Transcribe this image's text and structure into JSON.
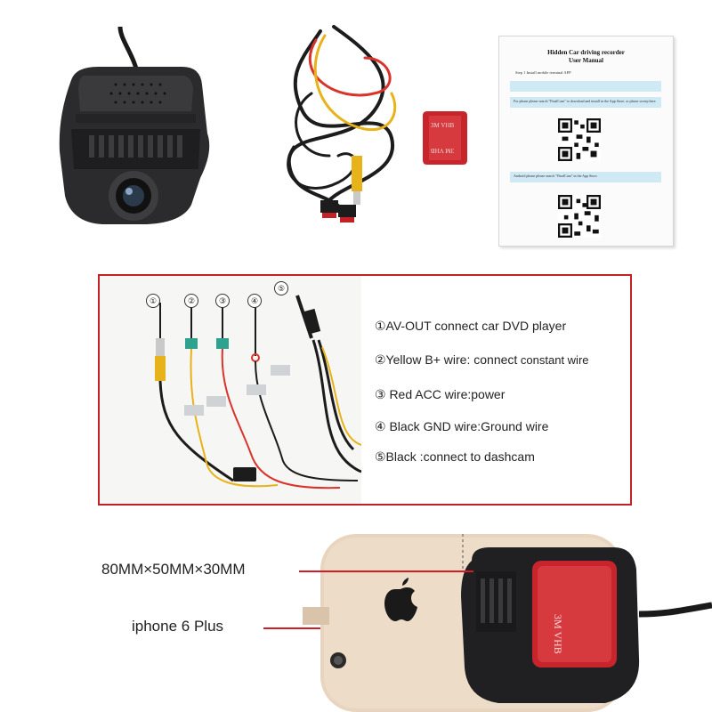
{
  "manual": {
    "title_line1": "Hidden Car driving recorder",
    "title_line2": "User Manual",
    "step1": "Step 1 Install mobile terminal APP",
    "android_note": "Android phone please search \"FinalCam\" in the App Store.",
    "ios_note": "For phone please search \"FinalCam\" to download and install in the App Store, or please sweep here.",
    "mount_pad_text": "3M VHB",
    "mount_pad_text2": "3M VHB"
  },
  "wiring": {
    "numbers": [
      "①",
      "②",
      "③",
      "④",
      "⑤"
    ],
    "legend": [
      {
        "main": "①AV-OUT  connect car DVD player",
        "tail": ""
      },
      {
        "main": "②Yellow B+ wire: connect",
        "tail": " constant wire"
      },
      {
        "main": "③ Red ACC wire:power",
        "tail": ""
      },
      {
        "main": "④ Black GND wire:Ground wire",
        "tail": ""
      },
      {
        "main": "⑤Black :connect to dashcam",
        "tail": ""
      }
    ]
  },
  "size_comparison": {
    "dimensions_label": "80MM×50MM×30MM",
    "phone_label": "iphone  6 Plus",
    "pad_text": "3M VHB"
  },
  "colors": {
    "accent_red": "#c42126",
    "yellow_wire": "#e8b21a",
    "red_wire": "#d9342b",
    "black_wire": "#1c1c1c",
    "phone_gold": "#e9d5bf"
  }
}
